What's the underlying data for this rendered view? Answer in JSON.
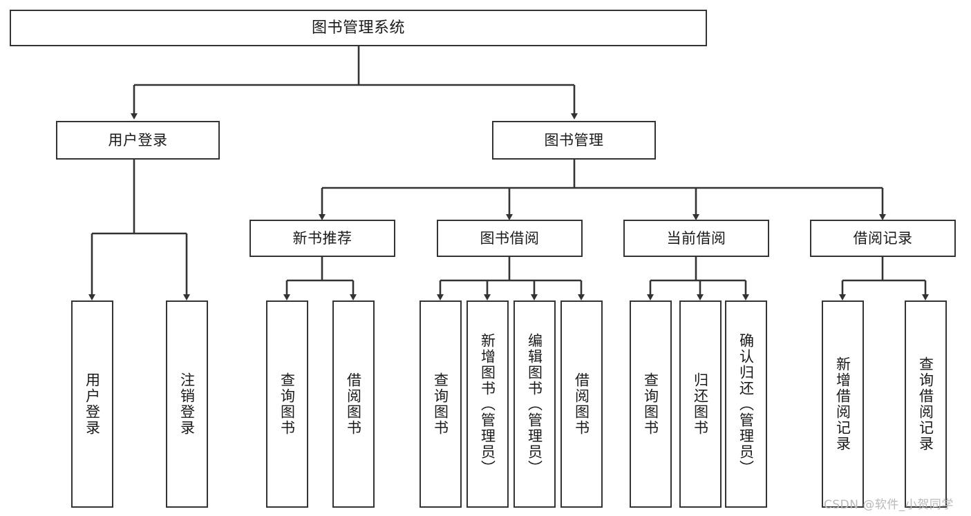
{
  "diagram": {
    "title": "图书管理系统",
    "watermark": "CSDN @软件_小贺同学",
    "colors": {
      "box_border": "#333333",
      "box_fill": "#ffffff",
      "edge": "#333333",
      "text": "#1a1a1a",
      "watermark": "#b9b9b9",
      "background": "#ffffff"
    },
    "nodes": {
      "root": {
        "label": "图书管理系统"
      },
      "level1": [
        {
          "id": "user-login",
          "label": "用户登录"
        },
        {
          "id": "book-management",
          "label": "图书管理"
        }
      ],
      "level2": [
        {
          "id": "new-book-recommend",
          "label": "新书推荐"
        },
        {
          "id": "book-borrow",
          "label": "图书借阅"
        },
        {
          "id": "current-borrow",
          "label": "当前借阅"
        },
        {
          "id": "borrow-record",
          "label": "借阅记录"
        }
      ],
      "leaves": {
        "user_login": [
          {
            "id": "leaf-user-login",
            "label": "用户登录"
          },
          {
            "id": "leaf-logout-login",
            "label": "注销登录"
          }
        ],
        "new_book_recommend": [
          {
            "id": "leaf-query-book-1",
            "label": "查询图书"
          },
          {
            "id": "leaf-borrow-book-1",
            "label": "借阅图书"
          }
        ],
        "book_borrow": [
          {
            "id": "leaf-query-book-2",
            "label": "查询图书"
          },
          {
            "id": "leaf-add-book",
            "label": "新增图书（管理员）"
          },
          {
            "id": "leaf-edit-book",
            "label": "编辑图书（管理员）"
          },
          {
            "id": "leaf-borrow-book-2",
            "label": "借阅图书"
          }
        ],
        "current_borrow": [
          {
            "id": "leaf-query-book-3",
            "label": "查询图书"
          },
          {
            "id": "leaf-return-book",
            "label": "归还图书"
          },
          {
            "id": "leaf-confirm-return",
            "label": "确认归还（管理员）"
          }
        ],
        "borrow_record": [
          {
            "id": "leaf-add-record",
            "label": "新增借阅记录"
          },
          {
            "id": "leaf-query-record",
            "label": "查询借阅记录"
          }
        ]
      }
    }
  }
}
